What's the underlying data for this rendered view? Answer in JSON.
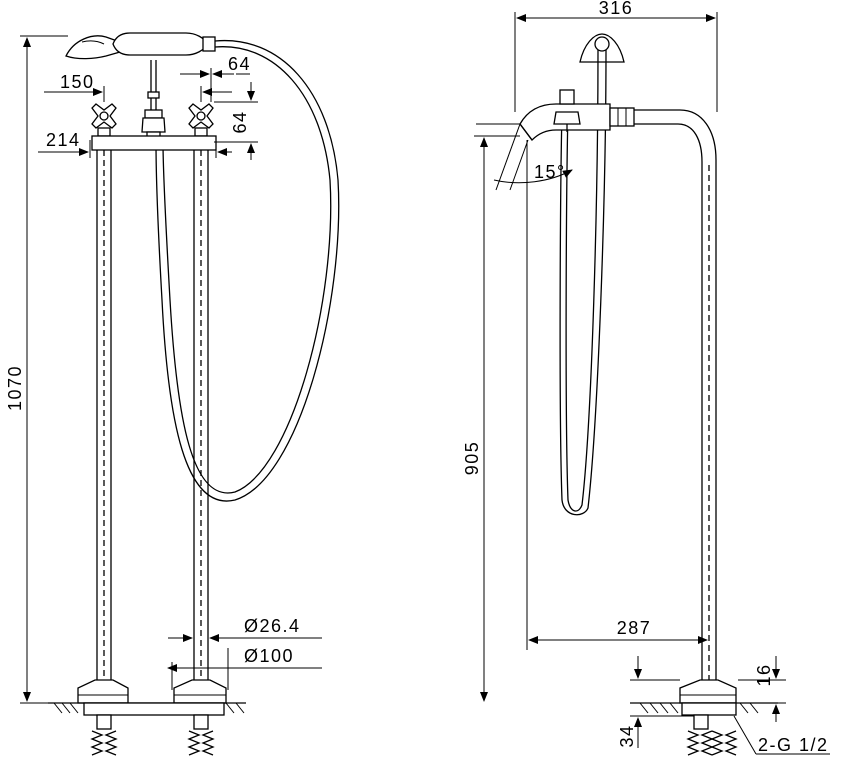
{
  "front_view": {
    "dim_total_height": "1070",
    "dim_handle_spacing": "150",
    "dim_pipe_spacing": "214",
    "dim_handle_offset": "64",
    "dim_handle_height": "64",
    "dim_pipe_diameter": "Ø26.4",
    "dim_base_diameter": "Ø100"
  },
  "side_view": {
    "dim_overall_depth": "316",
    "dim_spout_angle": "15°",
    "dim_spout_height": "905",
    "dim_spout_reach": "287",
    "dim_base_height": "16",
    "dim_below_floor": "34",
    "dim_connection": "2-G 1/2"
  }
}
